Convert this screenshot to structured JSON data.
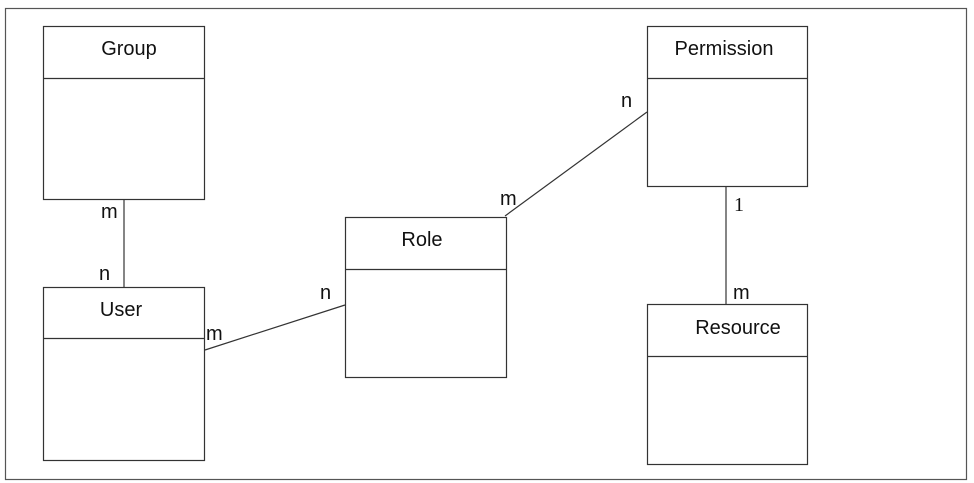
{
  "entities": {
    "group": {
      "title": "Group"
    },
    "user": {
      "title": "User"
    },
    "role": {
      "title": "Role"
    },
    "permission": {
      "title": "Permission"
    },
    "resource": {
      "title": "Resource"
    }
  },
  "relationships": {
    "group_user": {
      "group_end": "m",
      "user_end": "n"
    },
    "user_role": {
      "user_end": "m",
      "role_end": "n"
    },
    "role_permission": {
      "role_end": "m",
      "permission_end": "n"
    },
    "permission_resource": {
      "permission_end": "1",
      "resource_end": "m"
    }
  },
  "colors": {
    "line": "#333333",
    "frame": "#555555",
    "background": "#ffffff"
  }
}
